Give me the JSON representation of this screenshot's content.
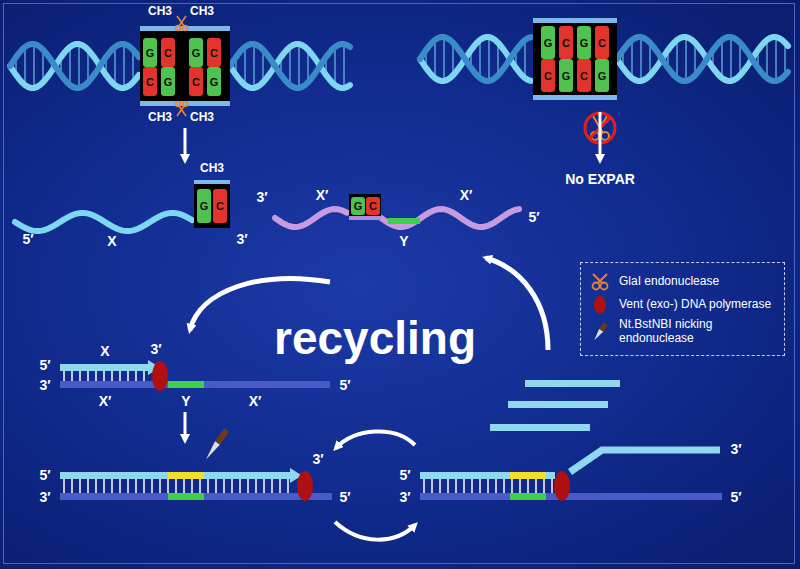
{
  "diagram": {
    "labels": [
      "CH3",
      "CH3",
      "CH3",
      "CH3",
      "G",
      "C",
      "C",
      "G",
      "G",
      "C",
      "C",
      "G",
      "G",
      "C",
      "C",
      "G",
      "G",
      "C",
      "C",
      "G",
      "No EXPAR",
      "5′",
      "X",
      "3′",
      "CH3",
      "G",
      "C",
      "3′",
      "X′",
      "G",
      "C",
      "Y",
      "X′",
      "5′",
      "recycling",
      "5′",
      "X",
      "3′",
      "3′",
      "X′",
      "Y",
      "X′",
      "5′",
      "5′",
      "3′",
      "3′",
      "5′",
      "5′",
      "3′",
      "3′",
      "5′"
    ],
    "legend": [
      {
        "text": "GlaI endonuclease"
      },
      {
        "text": "Vent (exo-) DNA polymerase"
      },
      {
        "text": "Nt.BstNBI nicking endonuclease"
      }
    ]
  }
}
